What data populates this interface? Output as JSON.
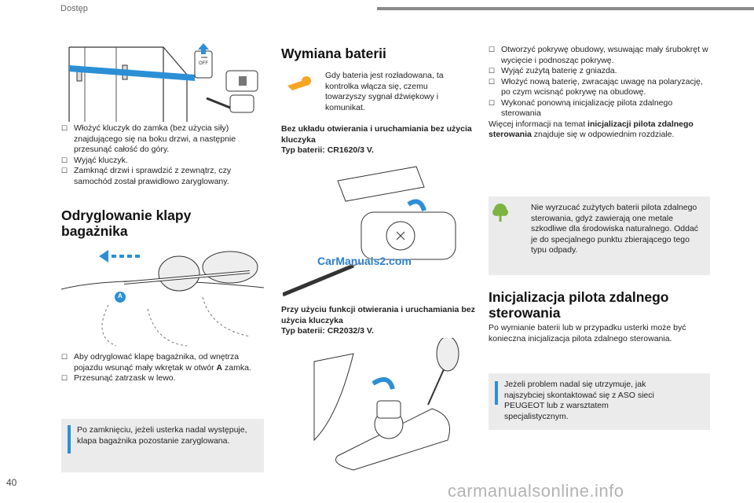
{
  "header": {
    "section": "Dostęp"
  },
  "page_number": "40",
  "left": {
    "steps1": [
      "Włożyć kluczyk do zamka (bez użycia siły) znajdującego się na boku drzwi, a następnie przesunąć całość do góry.",
      "Wyjąć kluczyk.",
      "Zamknąć drzwi i sprawdzić z zewnątrz, czy samochód został prawidłowo zaryglowany."
    ],
    "heading": "Odryglowanie klapy bagażnika",
    "steps2_a_pre": "Aby odryglować klapę bagażnika, od wnętrza pojazdu wsunąć mały wkrętak w otwór ",
    "steps2_a_bold": "A",
    "steps2_a_post": " zamka.",
    "steps2_b": "Przesunąć zatrzask w lewo.",
    "note": "Po zamknięciu, jeżeli usterka nadal występuje, klapa bagażnika pozostanie zaryglowana.",
    "marker_a": "A",
    "off_label": "OFF"
  },
  "middle": {
    "heading": "Wymiana baterii",
    "warning_text": "Gdy bateria jest rozładowana, ta kontrolka włącza się, czemu towarzyszy sygnał dźwiękowy i komunikat.",
    "caption1": "Bez układu otwierania i uruchamiania bez użycia kluczyka\nTyp baterii: CR1620/3 V.",
    "caption2": "Przy użyciu funkcji otwierania i uruchamiania bez użycia kluczyka\nTyp baterii: CR2032/3 V.",
    "image_watermark": "CarManuals2.com"
  },
  "right": {
    "steps": [
      "Otworzyć pokrywę obudowy, wsuwając mały śrubokręt w wycięcie i podnosząc pokrywę.",
      "Wyjąć zużytą baterię z gniazda.",
      "Włożyć nową baterię, zwracając uwagę na polaryzację, po czym wcisnąć pokrywę na obudowę.",
      "Wykonać ponowną inicjalizację pilota zdalnego sterowania"
    ],
    "more_pre": "Więcej informacji na temat ",
    "more_bold": "inicjalizacji pilota zdalnego sterowania",
    "more_post": " znajduje się w odpowiednim rozdziale.",
    "eco_note": "Nie wyrzucać zużytych baterii pilota zdalnego sterowania, gdyż zawierają one metale szkodliwe dla środowiska naturalnego. Oddać je do specjalnego punktu zbierającego tego typu odpady.",
    "heading": "Inicjalizacja pilota zdalnego sterowania",
    "para": "Po wymianie baterii lub w przypadku usterki może być konieczna inicjalizacja pilota zdalnego sterowania.",
    "info_note": "Jeżeli problem nadal się utrzymuje, jak najszybciej skontaktować się z ASO sieci PEUGEOT lub z warsztatem specjalistycznym."
  },
  "footer_watermark": "carmanualsonline.info",
  "colors": {
    "accent_blue": "#2b8fd6",
    "warning_orange": "#f5a623",
    "eco_green": "#7cb342",
    "note_bg": "#ebebeb"
  }
}
